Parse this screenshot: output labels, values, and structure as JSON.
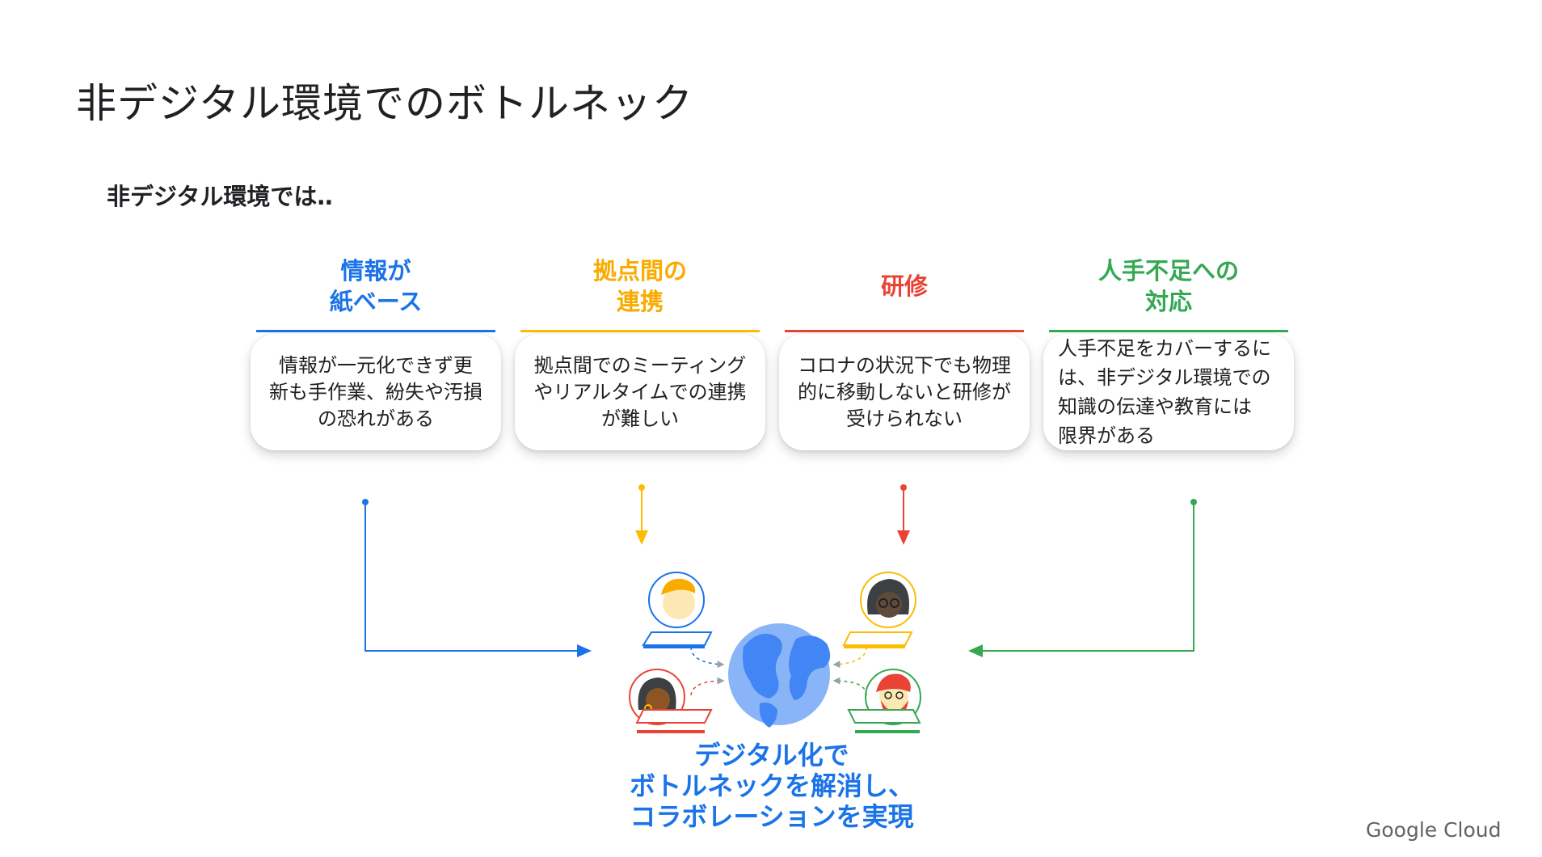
{
  "title": "非デジタル環境でのボトルネック",
  "subtitle": "非デジタル環境では‥",
  "columns": [
    {
      "heading": "情報が\n紙ベース",
      "body": "情報が一元化できず更\n新も手作業、紛失や汚損\nの恐れがある",
      "color": "#1a73e8"
    },
    {
      "heading": "拠点間の\n連携",
      "body": "拠点間でのミーティング\nやリアルタイムでの連携\nが難しい",
      "color": "#fbbc04"
    },
    {
      "heading": "研修",
      "body": "コロナの状況下でも物理\n的に移動しないと研修が\n受けられない",
      "color": "#ea4335"
    },
    {
      "heading": "人手不足への\n対応",
      "body": "人手不足をカバーするに\nは、非デジタル環境での\n知識の伝達や教育には\n限界がある",
      "color": "#34a853"
    }
  ],
  "conclusion": "デジタル化で\nボトルネックを解消し、\nコラボレーションを実現",
  "logo": "Google Cloud",
  "icons": [
    "globe-icon",
    "person-orange-hair-icon",
    "person-glasses-icon",
    "person-dark-hair-icon",
    "person-red-beard-icon",
    "laptop-icon"
  ]
}
